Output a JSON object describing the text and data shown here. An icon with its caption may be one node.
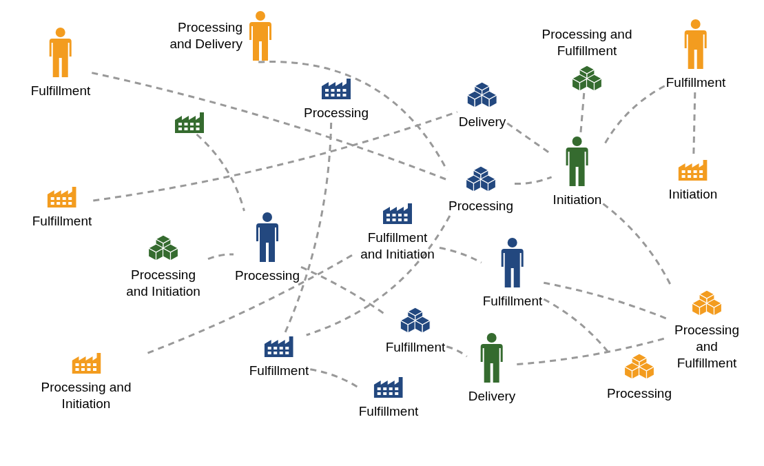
{
  "diagram": {
    "nodes": [
      {
        "text": [
          "Processing and Delivery"
        ]
      },
      {
        "text": [
          "Processing and Fulfillment"
        ]
      },
      {
        "text": [
          "Fulfillment"
        ]
      },
      {
        "text": [
          "Fulfillment"
        ]
      },
      {
        "text": [
          "Processing"
        ]
      },
      {
        "text": [
          "Delivery"
        ]
      },
      {
        "text": [],
        "shape": "picture"
      },
      {
        "text": [
          "Initiation"
        ]
      },
      {
        "text": [
          "Processing"
        ]
      },
      {
        "text": [
          "Initiation"
        ]
      },
      {
        "text": [
          "Fulfillment"
        ]
      },
      {
        "text": [
          "Fulfillment and Initiation"
        ]
      },
      {
        "text": [
          "Processing and Initiation"
        ]
      },
      {
        "text": [
          "Processing"
        ]
      },
      {
        "text": [
          "Fulfillment"
        ]
      },
      {
        "text": [
          "Processing and Fulfillment"
        ]
      },
      {
        "text": [
          "Fulfillment"
        ]
      },
      {
        "text": [
          "Fulfillment"
        ]
      },
      {
        "text": [
          "Delivery"
        ]
      },
      {
        "text": [
          "Processing and Initiation"
        ]
      },
      {
        "text": [
          "Fulfillment"
        ]
      },
      {
        "text": [
          "Processing"
        ]
      }
    ],
    "edges": [
      {
        "from": 2,
        "to": 8,
        "arrow": "none"
      },
      {
        "from": 0,
        "to": 8,
        "arrow": "none"
      },
      {
        "from": 6,
        "to": 13,
        "arrow": "none"
      },
      {
        "from": 10,
        "to": 5,
        "arrow": "none"
      },
      {
        "from": 4,
        "to": 17,
        "arrow": "none"
      },
      {
        "from": 5,
        "to": 7,
        "arrow": "none"
      },
      {
        "from": 8,
        "to": 7,
        "arrow": "none"
      },
      {
        "from": 1,
        "to": 7,
        "arrow": "none"
      },
      {
        "from": 3,
        "to": 7,
        "arrow": "none"
      },
      {
        "from": 3,
        "to": 9,
        "arrow": "none"
      },
      {
        "from": 7,
        "to": 15,
        "arrow": "none"
      },
      {
        "from": 12,
        "to": 13,
        "arrow": "none"
      },
      {
        "from": 13,
        "to": 16,
        "arrow": "none"
      },
      {
        "from": 11,
        "to": 14,
        "arrow": "none"
      },
      {
        "from": 8,
        "to": 17,
        "arrow": "none"
      },
      {
        "from": 19,
        "to": 11,
        "arrow": "none"
      },
      {
        "from": 17,
        "to": 20,
        "arrow": "none"
      },
      {
        "from": 16,
        "to": 18,
        "arrow": "none"
      },
      {
        "from": 18,
        "to": 15,
        "arrow": "none"
      },
      {
        "from": 14,
        "to": 15,
        "arrow": "none"
      },
      {
        "from": 14,
        "to": 21,
        "arrow": "none"
      }
    ]
  }
}
